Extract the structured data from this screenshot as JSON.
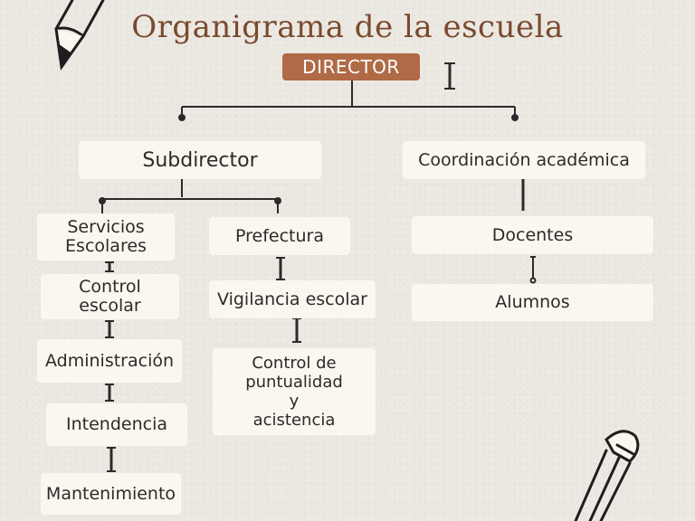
{
  "title": "Organigrama de la escuela",
  "director": "DIRECTOR",
  "subdirector": "Subdirector",
  "coordinacion": "Coordinación académica",
  "left_col": {
    "servicios": "Servicios\nEscolares",
    "control_escolar": "Control\nescolar",
    "administracion": "Administración",
    "intendencia": "Intendencia",
    "mantenimiento": "Mantenimiento"
  },
  "mid_col": {
    "prefectura": "Prefectura",
    "vigilancia": "Vigilancia escolar",
    "control_puntualidad": "Control de\npuntualidad\ny\nacistencia"
  },
  "right_col": {
    "docentes": "Docentes",
    "alumnos": "Alumnos"
  },
  "icons": [
    "pencil-icon-top",
    "pencil-icon-bottom"
  ],
  "colors": {
    "accent": "#b06a45",
    "title": "#7a4a2e",
    "box": "#fbf7ee",
    "background": "#ece9e2"
  }
}
